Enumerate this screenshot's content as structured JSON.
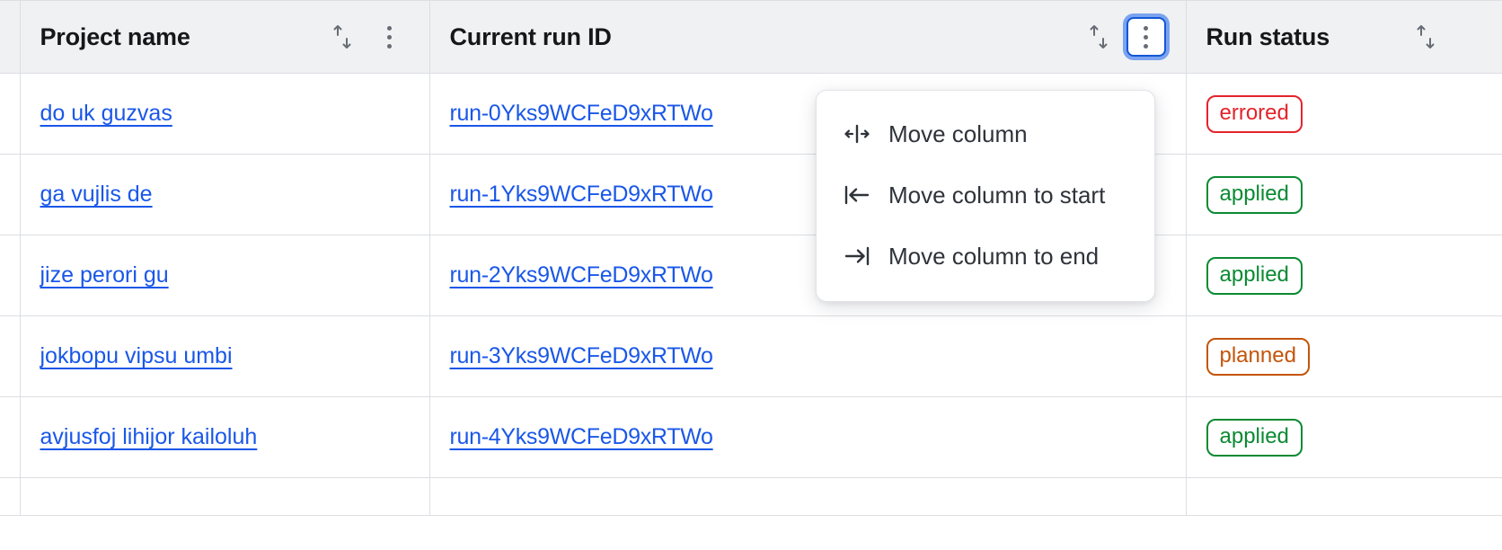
{
  "table": {
    "columns": [
      {
        "label": "Project name",
        "sort_icon": "sort-updown-icon",
        "has_kebab": true,
        "kebab_focused": false
      },
      {
        "label": "Current run ID",
        "sort_icon": "sort-updown-icon",
        "has_kebab": true,
        "kebab_focused": true
      },
      {
        "label": "Run status",
        "sort_icon": "sort-updown-icon",
        "has_kebab": false,
        "kebab_focused": false
      }
    ],
    "rows": [
      {
        "project": "do uk guzvas",
        "run_id": "run-0Yks9WCFeD9xRTWo",
        "status": "errored",
        "status_kind": "errored"
      },
      {
        "project": "ga vujlis de",
        "run_id": "run-1Yks9WCFeD9xRTWo",
        "status": "applied",
        "status_kind": "applied"
      },
      {
        "project": "jize perori gu",
        "run_id": "run-2Yks9WCFeD9xRTWo",
        "status": "applied",
        "status_kind": "applied"
      },
      {
        "project": "jokbopu vipsu umbi",
        "run_id": "run-3Yks9WCFeD9xRTWo",
        "status": "planned",
        "status_kind": "planned"
      },
      {
        "project": "avjusfoj lihijor kailoluh",
        "run_id": "run-4Yks9WCFeD9xRTWo",
        "status": "applied",
        "status_kind": "applied"
      }
    ]
  },
  "column_menu": {
    "items": [
      {
        "label": "Move column",
        "icon": "move-column-icon"
      },
      {
        "label": "Move column to start",
        "icon": "move-to-start-icon"
      },
      {
        "label": "Move column to end",
        "icon": "move-to-end-icon"
      }
    ]
  },
  "colors": {
    "link": "#1a57e8",
    "errored": "#e3242b",
    "applied": "#0b8a33",
    "planned": "#c4540a",
    "focus_ring": "#1257d6",
    "header_bg": "#f0f1f3",
    "border": "#dcdee2"
  }
}
